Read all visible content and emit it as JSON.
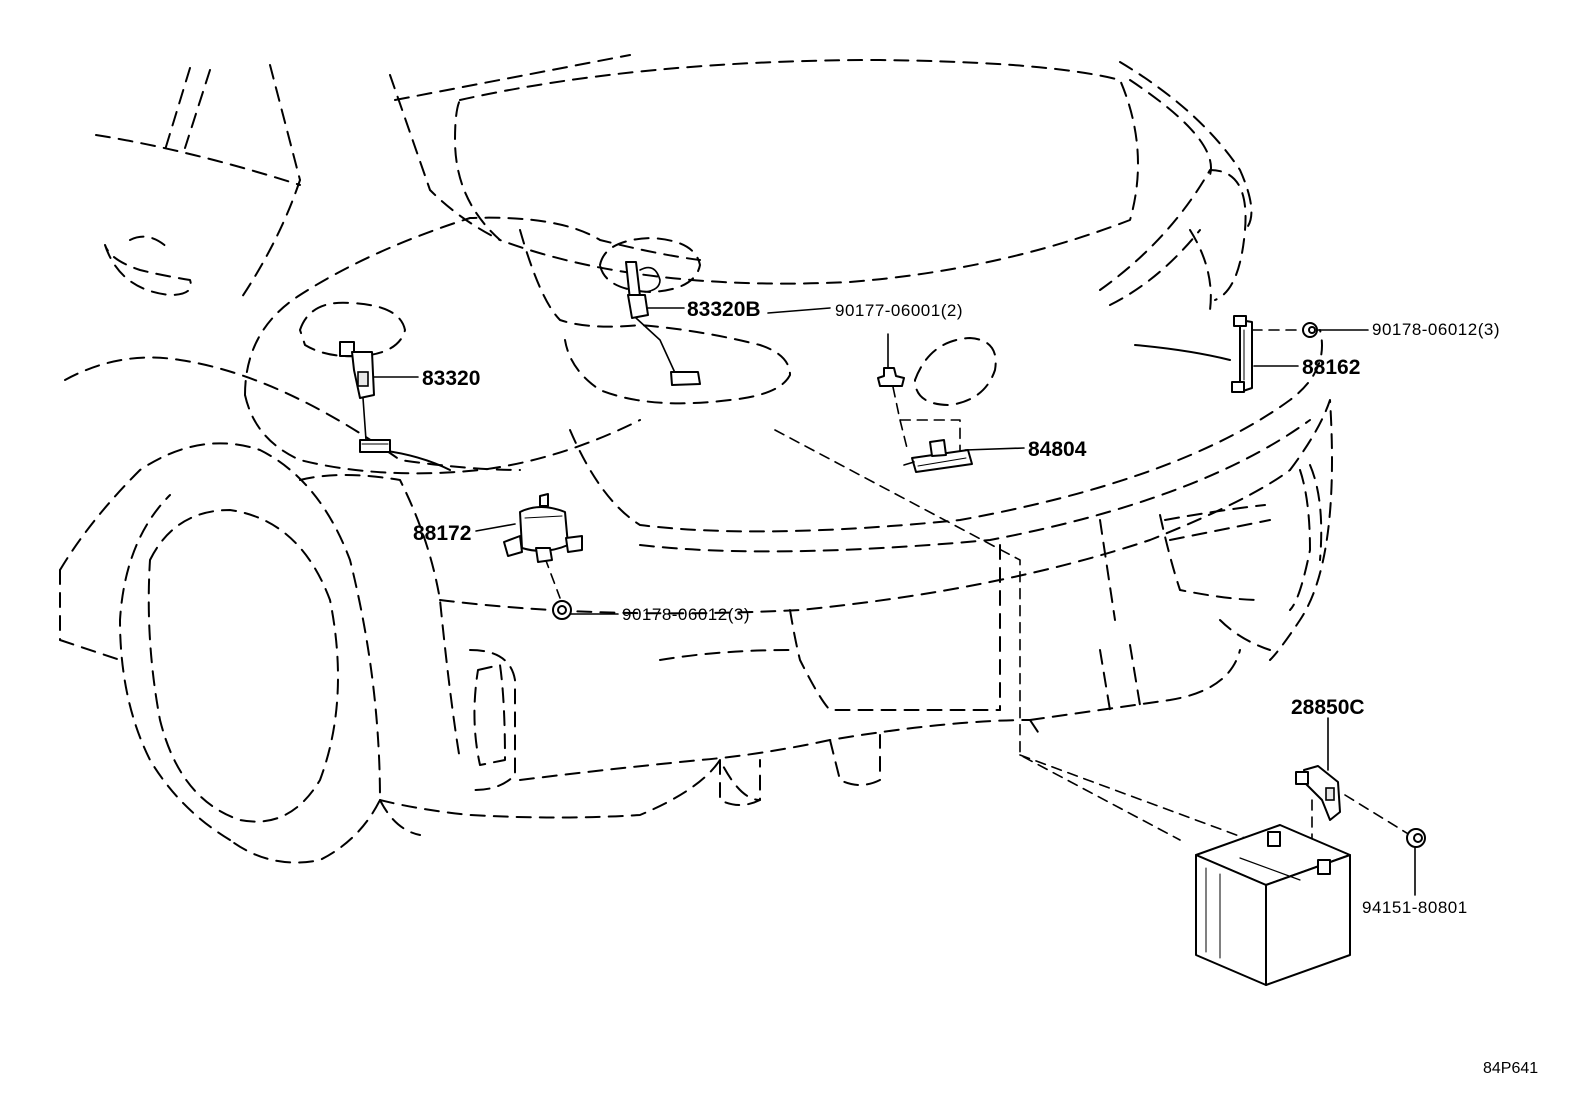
{
  "diagram": {
    "part_labels": {
      "p83320": "83320",
      "p83320b": "83320B",
      "p90177": "90177-06001(2)",
      "p90178_right": "90178-06012(3)",
      "p88162": "88162",
      "p84804": "84804",
      "p88172": "88172",
      "p90178_left": "90178-06012(3)",
      "p28850c": "28850C",
      "p94151": "94151-80801"
    },
    "figure_code": "84P641"
  }
}
